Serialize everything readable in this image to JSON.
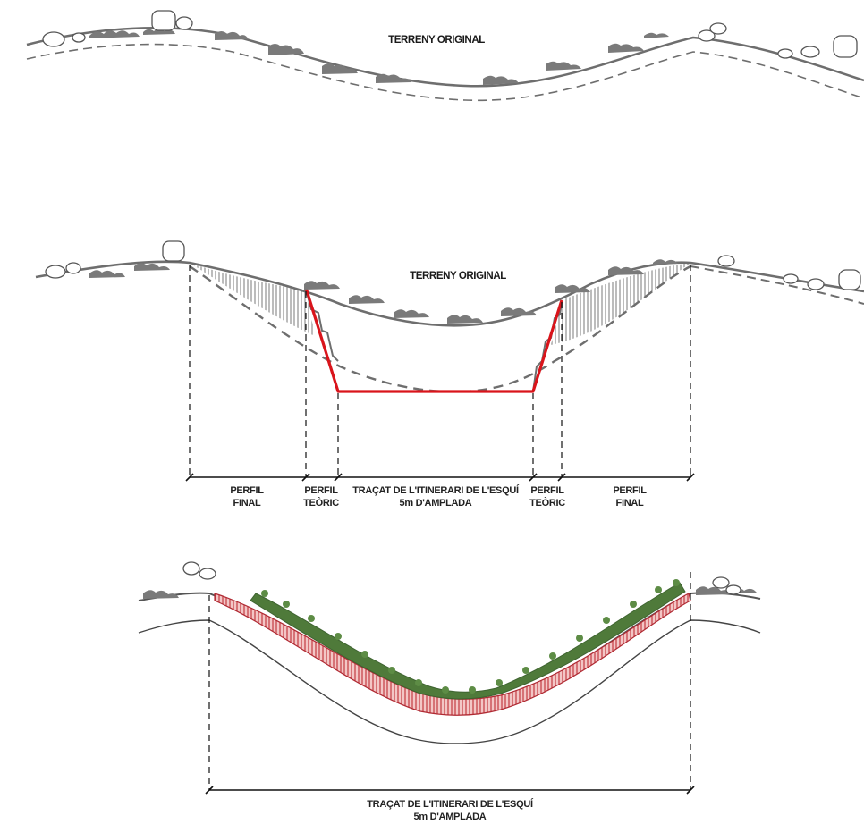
{
  "diagram_1": {
    "title": "TERRENY ORIGINAL"
  },
  "diagram_2": {
    "title": "TERRENY ORIGINAL",
    "labels": {
      "perfil_final_left": [
        "PERFIL",
        "FINAL"
      ],
      "perfil_teoric_left": [
        "PERFIL",
        "TEÒRIC"
      ],
      "tracat": [
        "TRAÇAT DE L'ITINERARI DE L'ESQUÍ",
        "5m D'AMPLADA"
      ],
      "perfil_teoric_right": [
        "PERFIL",
        "TEÒRIC"
      ],
      "perfil_final_right": [
        "PERFIL",
        "FINAL"
      ]
    }
  },
  "diagram_3": {
    "label": [
      "TRAÇAT DE L'ITINERARI DE L'ESQUÍ",
      "5m D'AMPLADA"
    ]
  },
  "colors": {
    "terrain": "#6e6e6e",
    "red_profile": "#d9141b",
    "hatch_red": "#c9404a",
    "vegetation": "#4f7a3a",
    "dim_line": "#111111"
  }
}
